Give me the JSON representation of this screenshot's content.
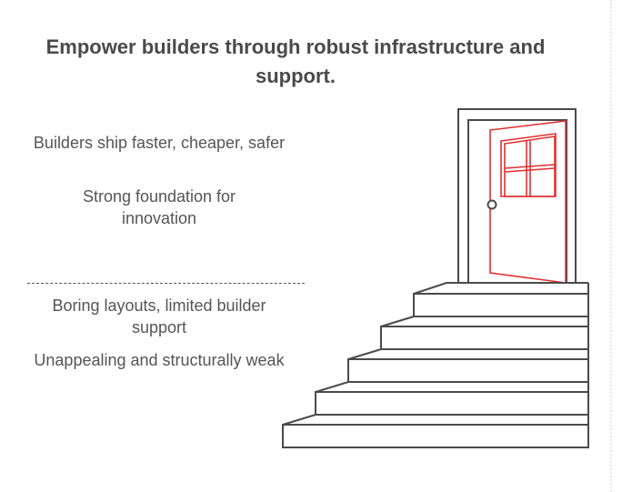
{
  "title": "Empower builders through robust infrastructure and support.",
  "top_items": [
    {
      "text": "Builders ship faster, cheaper, safer"
    },
    {
      "text": "Strong foundation for innovation"
    }
  ],
  "bottom_items": [
    {
      "text": "Boring layouts, limited builder support"
    },
    {
      "text": "Unappealing and structurally weak"
    }
  ],
  "colors": {
    "line": "#4a4a4a",
    "door": "#e03030"
  }
}
